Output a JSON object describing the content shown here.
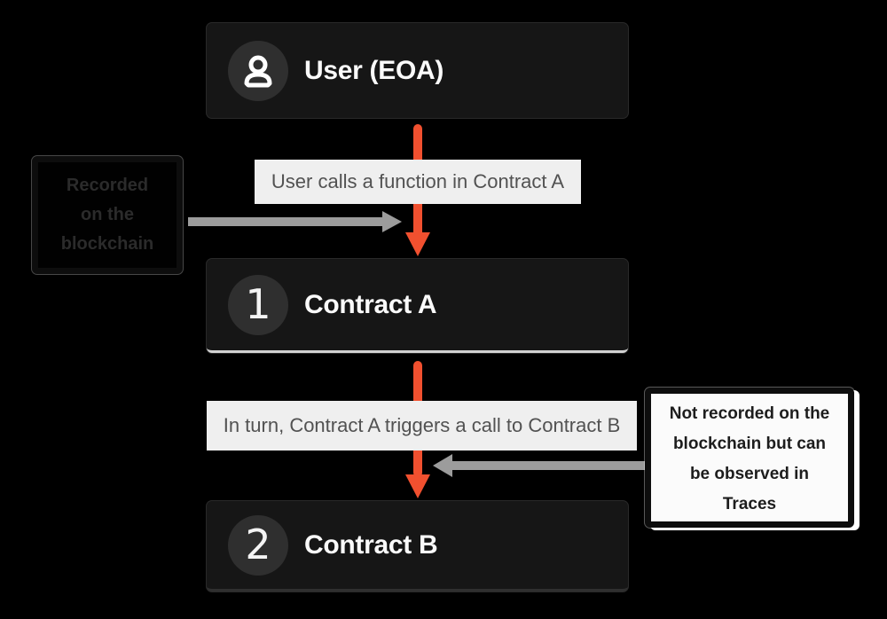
{
  "diagram": {
    "title_implicit": "Contract call flow",
    "nodes": {
      "user": {
        "label": "User (EOA)",
        "icon": "user-icon"
      },
      "contract_a": {
        "label": "Contract A",
        "badge": "1"
      },
      "contract_b": {
        "label": "Contract B",
        "badge": "2"
      }
    },
    "edges": {
      "user_to_a": {
        "label": "User calls a function in Contract A",
        "style": "orange-down-arrow"
      },
      "a_to_b": {
        "label": "In turn, Contract A triggers a call to Contract B",
        "style": "orange-down-arrow"
      }
    },
    "notes": {
      "left": {
        "lines": [
          "Recorded",
          "on the",
          "blockchain"
        ],
        "arrow_direction": "points-right-to-first-call"
      },
      "right": {
        "lines": [
          "Not recorded on the",
          "blockchain but can",
          "be observed in",
          "Traces"
        ],
        "arrow_direction": "points-left-to-second-call"
      }
    },
    "colors": {
      "background": "#000000",
      "node_box": "#161616",
      "node_text": "#fafafa",
      "badge_circle": "#2f2f2f",
      "accent_orange": "#f1502f",
      "band_background": "#efefef",
      "band_text": "#525252",
      "gray_arrow": "#9c9c9c",
      "note_border": "#0d0d0d",
      "note_left_background": "#010101",
      "note_left_text": "#2b2b2b",
      "note_right_background": "#fbfbfb",
      "note_right_text": "#1d1d1d",
      "contract_a_underline": "#d2d2d2",
      "contract_b_underline": "#2f2f2f"
    }
  }
}
